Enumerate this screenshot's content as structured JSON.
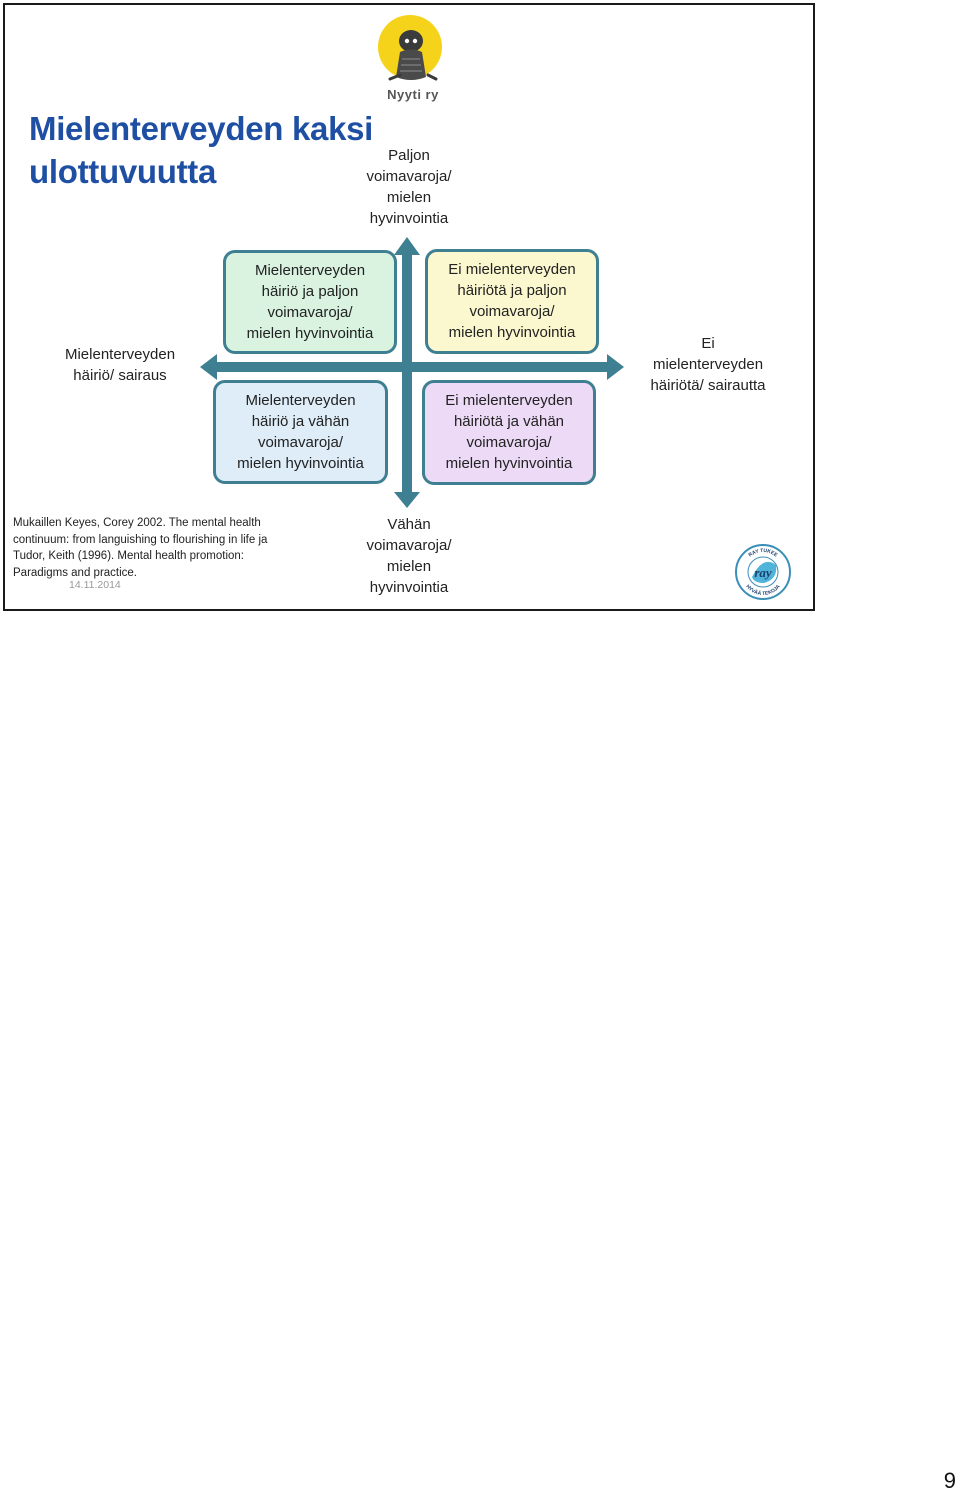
{
  "slide": {
    "title_lines": [
      "Mielenterveyden kaksi",
      "ulottuvuutta"
    ],
    "logo_text": "Nyyti ry",
    "axis_labels": {
      "top": [
        "Paljon",
        "voimavaroja/",
        "mielen",
        "hyvinvointia"
      ],
      "bottom": [
        "Vähän",
        "voimavaroja/",
        "mielen",
        "hyvinvointia"
      ],
      "left": [
        "Mielenterveyden",
        "häiriö/ sairaus"
      ],
      "right": [
        "Ei",
        "mielenterveyden",
        "häiriötä/ sairautta"
      ]
    },
    "quadrants": {
      "top_left": [
        "Mielenterveyden",
        "häiriö ja paljon",
        "voimavaroja/",
        "mielen hyvinvointia"
      ],
      "top_right": [
        "Ei mielenterveyden",
        "häiriötä ja paljon",
        "voimavaroja/",
        "mielen hyvinvointia"
      ],
      "bottom_left": [
        "Mielenterveyden",
        "häiriö ja vähän",
        "voimavaroja/",
        "mielen hyvinvointia"
      ],
      "bottom_right": [
        "Ei mielenterveyden",
        "häiriötä ja vähän",
        "voimavaroja/",
        "mielen hyvinvointia"
      ]
    },
    "citation_lines": [
      "Mukaillen Keyes, Corey 2002. The mental health",
      "continuum: from languishing to flourishing in life ja",
      "Tudor, Keith (1996). Mental health promotion:",
      "Paradigms and practice."
    ],
    "date": "14.11.2014",
    "ray_logo": {
      "center": "ray",
      "ring_top": "RAY TUKEE",
      "ring_bottom": "HYVÄÄ TEKOJA"
    },
    "colors": {
      "title": "#1f4fa3",
      "arrow": "#3f7f92",
      "logo_yellow": "#f6d31b"
    }
  },
  "page_number": "9"
}
